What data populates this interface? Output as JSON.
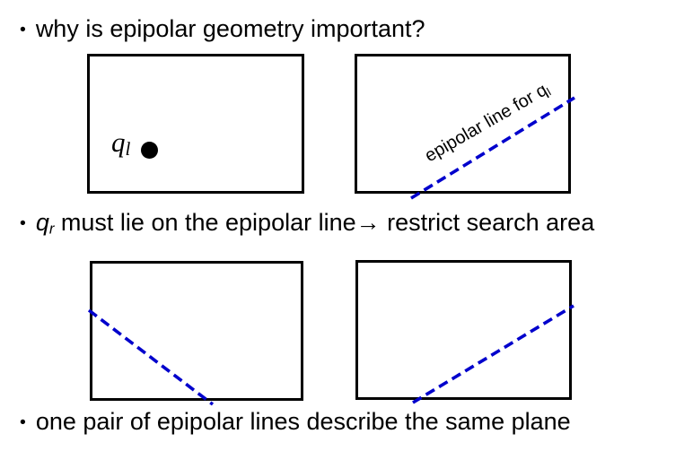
{
  "slide": {
    "background_color": "#ffffff",
    "text_color": "#000000",
    "epipolar_line_color": "#0000cc"
  },
  "bullets": {
    "first": {
      "marker": "•",
      "text": "why is epipolar geometry important?"
    },
    "second": {
      "marker": "•",
      "point_base": "q",
      "point_sub": "r",
      "text_after_point": " must lie on the epipolar line",
      "arrow": "→",
      "text_after_arrow": " restrict search area"
    },
    "third": {
      "marker": "•",
      "text": "one pair of epipolar lines describe the same plane"
    }
  },
  "figures": {
    "top_left_image": {
      "point_label_base": "q",
      "point_label_sub": "l"
    },
    "top_right_image": {
      "line_label_base": "epipolar line for q",
      "line_label_sub": "l"
    }
  }
}
